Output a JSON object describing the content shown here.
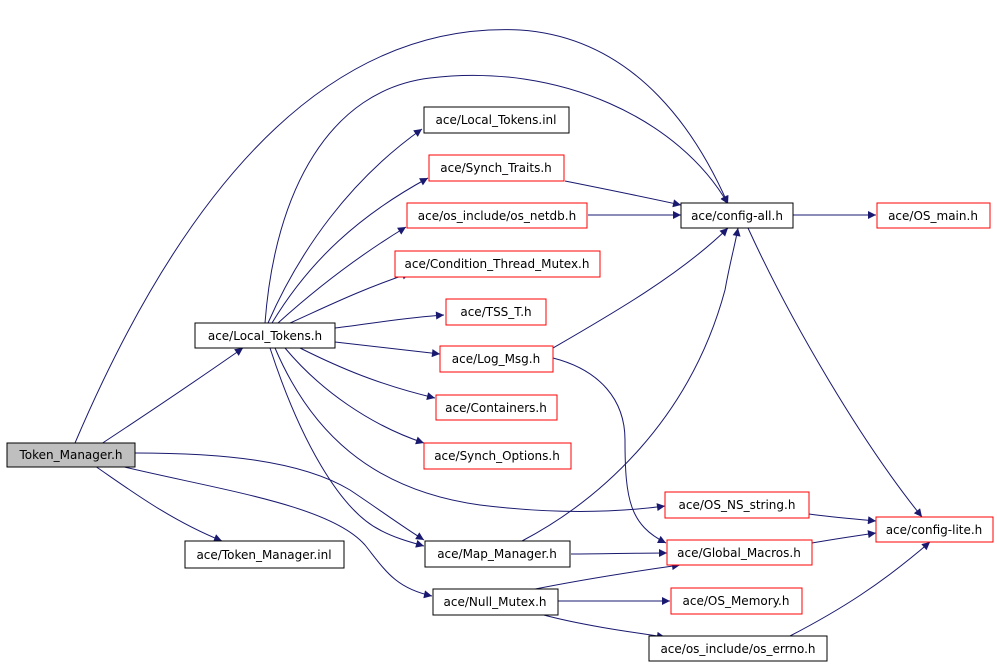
{
  "colors": {
    "edge": "#191970",
    "root_fill": "#bfbfbf",
    "root_border": "#000000",
    "documented_border": "#000000",
    "undocumented_border": "#ff0000"
  },
  "nodes": {
    "token_manager_h": {
      "label": "Token_Manager.h",
      "style": "root"
    },
    "local_tokens_h": {
      "label": "ace/Local_Tokens.h",
      "style": "documented"
    },
    "token_manager_inl": {
      "label": "ace/Token_Manager.inl",
      "style": "documented"
    },
    "local_tokens_inl": {
      "label": "ace/Local_Tokens.inl",
      "style": "documented"
    },
    "synch_traits_h": {
      "label": "ace/Synch_Traits.h",
      "style": "undocumented"
    },
    "os_netdb_h": {
      "label": "ace/os_include/os_netdb.h",
      "style": "undocumented"
    },
    "condition_thread_mutex_h": {
      "label": "ace/Condition_Thread_Mutex.h",
      "style": "undocumented"
    },
    "tss_t_h": {
      "label": "ace/TSS_T.h",
      "style": "undocumented"
    },
    "log_msg_h": {
      "label": "ace/Log_Msg.h",
      "style": "undocumented"
    },
    "containers_h": {
      "label": "ace/Containers.h",
      "style": "undocumented"
    },
    "synch_options_h": {
      "label": "ace/Synch_Options.h",
      "style": "undocumented"
    },
    "map_manager_h": {
      "label": "ace/Map_Manager.h",
      "style": "documented"
    },
    "null_mutex_h": {
      "label": "ace/Null_Mutex.h",
      "style": "documented"
    },
    "config_all_h": {
      "label": "ace/config-all.h",
      "style": "documented"
    },
    "os_main_h": {
      "label": "ace/OS_main.h",
      "style": "undocumented"
    },
    "os_ns_string_h": {
      "label": "ace/OS_NS_string.h",
      "style": "undocumented"
    },
    "global_macros_h": {
      "label": "ace/Global_Macros.h",
      "style": "undocumented"
    },
    "os_memory_h": {
      "label": "ace/OS_Memory.h",
      "style": "undocumented"
    },
    "os_errno_h": {
      "label": "ace/os_include/os_errno.h",
      "style": "documented"
    },
    "config_lite_h": {
      "label": "ace/config-lite.h",
      "style": "undocumented"
    }
  },
  "edges": [
    [
      "token_manager_h",
      "local_tokens_h"
    ],
    [
      "token_manager_h",
      "config_all_h"
    ],
    [
      "token_manager_h",
      "token_manager_inl"
    ],
    [
      "token_manager_h",
      "map_manager_h"
    ],
    [
      "token_manager_h",
      "null_mutex_h"
    ],
    [
      "local_tokens_h",
      "config_all_h"
    ],
    [
      "local_tokens_h",
      "local_tokens_inl"
    ],
    [
      "local_tokens_h",
      "synch_traits_h"
    ],
    [
      "local_tokens_h",
      "os_netdb_h"
    ],
    [
      "local_tokens_h",
      "condition_thread_mutex_h"
    ],
    [
      "local_tokens_h",
      "tss_t_h"
    ],
    [
      "local_tokens_h",
      "log_msg_h"
    ],
    [
      "local_tokens_h",
      "containers_h"
    ],
    [
      "local_tokens_h",
      "synch_options_h"
    ],
    [
      "local_tokens_h",
      "os_ns_string_h"
    ],
    [
      "local_tokens_h",
      "map_manager_h"
    ],
    [
      "synch_traits_h",
      "config_all_h"
    ],
    [
      "os_netdb_h",
      "config_all_h"
    ],
    [
      "log_msg_h",
      "config_all_h"
    ],
    [
      "log_msg_h",
      "global_macros_h"
    ],
    [
      "map_manager_h",
      "config_all_h"
    ],
    [
      "map_manager_h",
      "global_macros_h"
    ],
    [
      "null_mutex_h",
      "global_macros_h"
    ],
    [
      "null_mutex_h",
      "os_memory_h"
    ],
    [
      "null_mutex_h",
      "os_errno_h"
    ],
    [
      "config_all_h",
      "os_main_h"
    ],
    [
      "config_all_h",
      "config_lite_h"
    ],
    [
      "os_ns_string_h",
      "config_lite_h"
    ],
    [
      "global_macros_h",
      "config_lite_h"
    ],
    [
      "os_errno_h",
      "config_lite_h"
    ]
  ]
}
